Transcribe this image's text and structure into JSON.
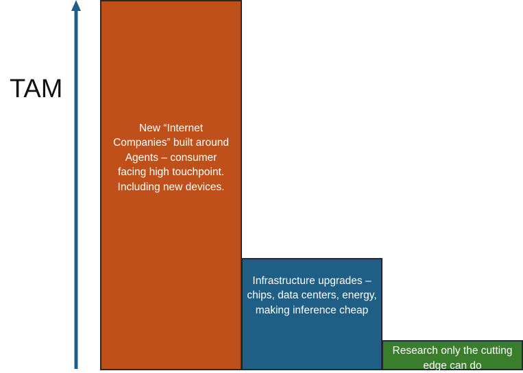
{
  "axis": {
    "label": "TAM",
    "color": "#1f5f87"
  },
  "bars": [
    {
      "id": "agents",
      "text": "New “Internet Companies” built around Agents – consumer facing high touchpoint. Including new devices.",
      "color": "#c0501a"
    },
    {
      "id": "infra",
      "text": "Infrastructure upgrades – chips, data centers, energy, making inference cheap",
      "color": "#1f5f86"
    },
    {
      "id": "research",
      "text": "Research only the cutting edge can do",
      "color": "#3a7d2c"
    }
  ]
}
